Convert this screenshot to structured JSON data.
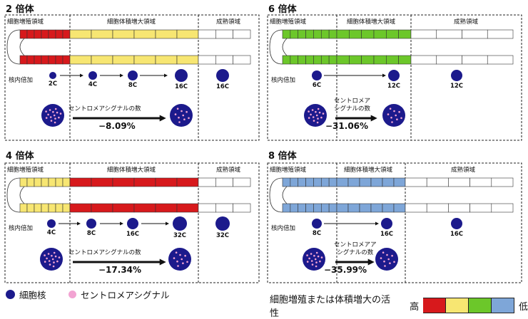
{
  "colors": {
    "red": "#d7191c",
    "yellow": "#f7e672",
    "green": "#6cc72a",
    "blue": "#7ea6d8",
    "nucleus": "#1c1a8c",
    "centromere": "#f2a3d2"
  },
  "panels": [
    {
      "id": "p2",
      "title": "2 倍体",
      "zones": [
        "細胞増殖領域",
        "細胞体積増大領域",
        "成熟領域"
      ],
      "prolif_color": "red",
      "expand_color": "yellow",
      "prolif_seg": 7,
      "expand_seg": 6,
      "mature_seg": 3,
      "row_label": "核内倍加",
      "nuclei": [
        {
          "label": "2C",
          "size": 5
        },
        {
          "label": "4C",
          "size": 6
        },
        {
          "label": "8C",
          "size": 7
        },
        {
          "label": "16C",
          "size": 9
        },
        {
          "label": "16C",
          "size": 9
        }
      ],
      "cen_label": "セントロメアシグナルの数",
      "pct": "−8.09%"
    },
    {
      "id": "p6",
      "title": "6 倍体",
      "zones": [
        "細胞増殖領域",
        "細胞体積増大領域",
        "成熟領域"
      ],
      "prolif_color": "green",
      "expand_color": "green",
      "prolif_seg": 7,
      "expand_seg": 6,
      "mature_seg": 4,
      "row_label": "核内倍加",
      "nuclei": [
        {
          "label": "6C",
          "size": 7
        },
        {
          "label": "12C",
          "size": 8
        },
        {
          "label": "12C",
          "size": 8
        }
      ],
      "cen_label": "セントロメア\nシグナルの数",
      "pct": "−31.06%"
    },
    {
      "id": "p4",
      "title": "4 倍体",
      "zones": [
        "細胞増殖領域",
        "細胞体積増大領域",
        "成熟領域"
      ],
      "prolif_color": "yellow",
      "expand_color": "red",
      "prolif_seg": 7,
      "expand_seg": 6,
      "mature_seg": 3,
      "row_label": "核内倍加",
      "nuclei": [
        {
          "label": "4C",
          "size": 6
        },
        {
          "label": "8C",
          "size": 7
        },
        {
          "label": "16C",
          "size": 8
        },
        {
          "label": "32C",
          "size": 10
        },
        {
          "label": "32C",
          "size": 10
        }
      ],
      "cen_label": "セントロメアシグナルの数",
      "pct": "−17.34%"
    },
    {
      "id": "p8",
      "title": "8 倍体",
      "zones": [
        "細胞増殖領域",
        "細胞体積増大領域",
        "成熟領域"
      ],
      "prolif_color": "blue",
      "expand_color": "blue",
      "prolif_seg": 7,
      "expand_seg": 6,
      "mature_seg": 5,
      "row_label": "核内倍加",
      "nuclei": [
        {
          "label": "8C",
          "size": 7
        },
        {
          "label": "16C",
          "size": 8
        },
        {
          "label": "16C",
          "size": 8
        }
      ],
      "cen_label": "セントロメアア\nシグナルの数",
      "pct": "−35.99%"
    }
  ],
  "legend": {
    "nucleus": "細胞核",
    "centromere": "セントロメアシグナル"
  },
  "scale": {
    "title": "細胞増殖または体積増大の活性",
    "high": "高",
    "low": "低",
    "order": [
      "red",
      "yellow",
      "green",
      "blue"
    ]
  }
}
